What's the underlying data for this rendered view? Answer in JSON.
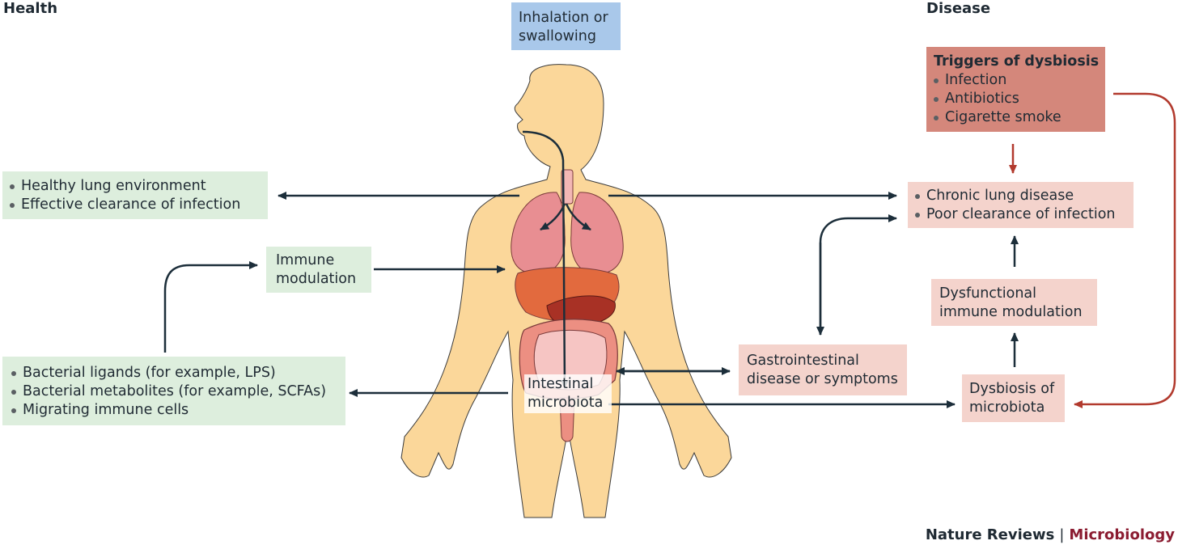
{
  "headers": {
    "health": "Health",
    "disease": "Disease"
  },
  "inhalation": {
    "line1": "Inhalation or",
    "line2": "swallowing"
  },
  "triggers": {
    "title": "Triggers of dysbiosis",
    "items": [
      "Infection",
      "Antibiotics",
      "Cigarette smoke"
    ]
  },
  "healthy_lung": {
    "items": [
      "Healthy lung environment",
      "Effective clearance of infection"
    ]
  },
  "chronic_lung": {
    "items": [
      "Chronic lung disease",
      "Poor clearance of infection"
    ]
  },
  "immune_modulation": {
    "line1": "Immune",
    "line2": "modulation"
  },
  "dysfunctional": {
    "line1": "Dysfunctional",
    "line2": "immune modulation"
  },
  "bacterial": {
    "items": [
      "Bacterial ligands (for example, LPS)",
      "Bacterial metabolites (for example, SCFAs)",
      "Migrating immune cells"
    ]
  },
  "gi": {
    "line1": "Gastrointestinal",
    "line2": "disease or symptoms"
  },
  "intestinal": {
    "line1": "Intestinal",
    "line2": "microbiota"
  },
  "dysbiosis": {
    "line1": "Dysbiosis of",
    "line2": "microbiota"
  },
  "credit": {
    "journal": "Nature Reviews",
    "separator": "|",
    "section": "Microbiology"
  },
  "colors": {
    "green_box": "#ddeedd",
    "pink_box": "#f4d3cc",
    "blue_box": "#a9c8ea",
    "red_box": "#d4877b",
    "body": "#fbd79a",
    "arrow": "#1c2e3a",
    "red_arrow": "#b23a2e",
    "credit_accent": "#8b1c31"
  }
}
